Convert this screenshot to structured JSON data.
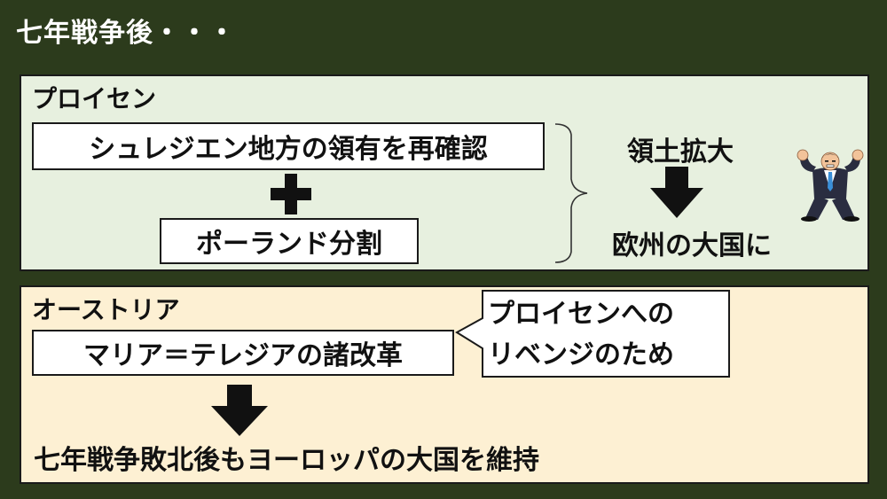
{
  "title": "七年戦争後・・・",
  "prussia": {
    "heading": "プロイセン",
    "item1": "シュレジエン地方の領有を再確認",
    "item2": "ポーランド分割",
    "result_top": "領土拡大",
    "result_bottom": "欧州の大国に"
  },
  "austria": {
    "heading": "オーストリア",
    "reform": "マリア＝テレジアの諸改革",
    "bubble_line1": "プロイセンへの",
    "bubble_line2": "リベンジのため",
    "conclusion": "七年戦争敗北後もヨーロッパの大国を維持"
  },
  "colors": {
    "background": "#2c3b1c",
    "prussia_panel": "#e7f0df",
    "austria_panel": "#fdf0d3"
  }
}
